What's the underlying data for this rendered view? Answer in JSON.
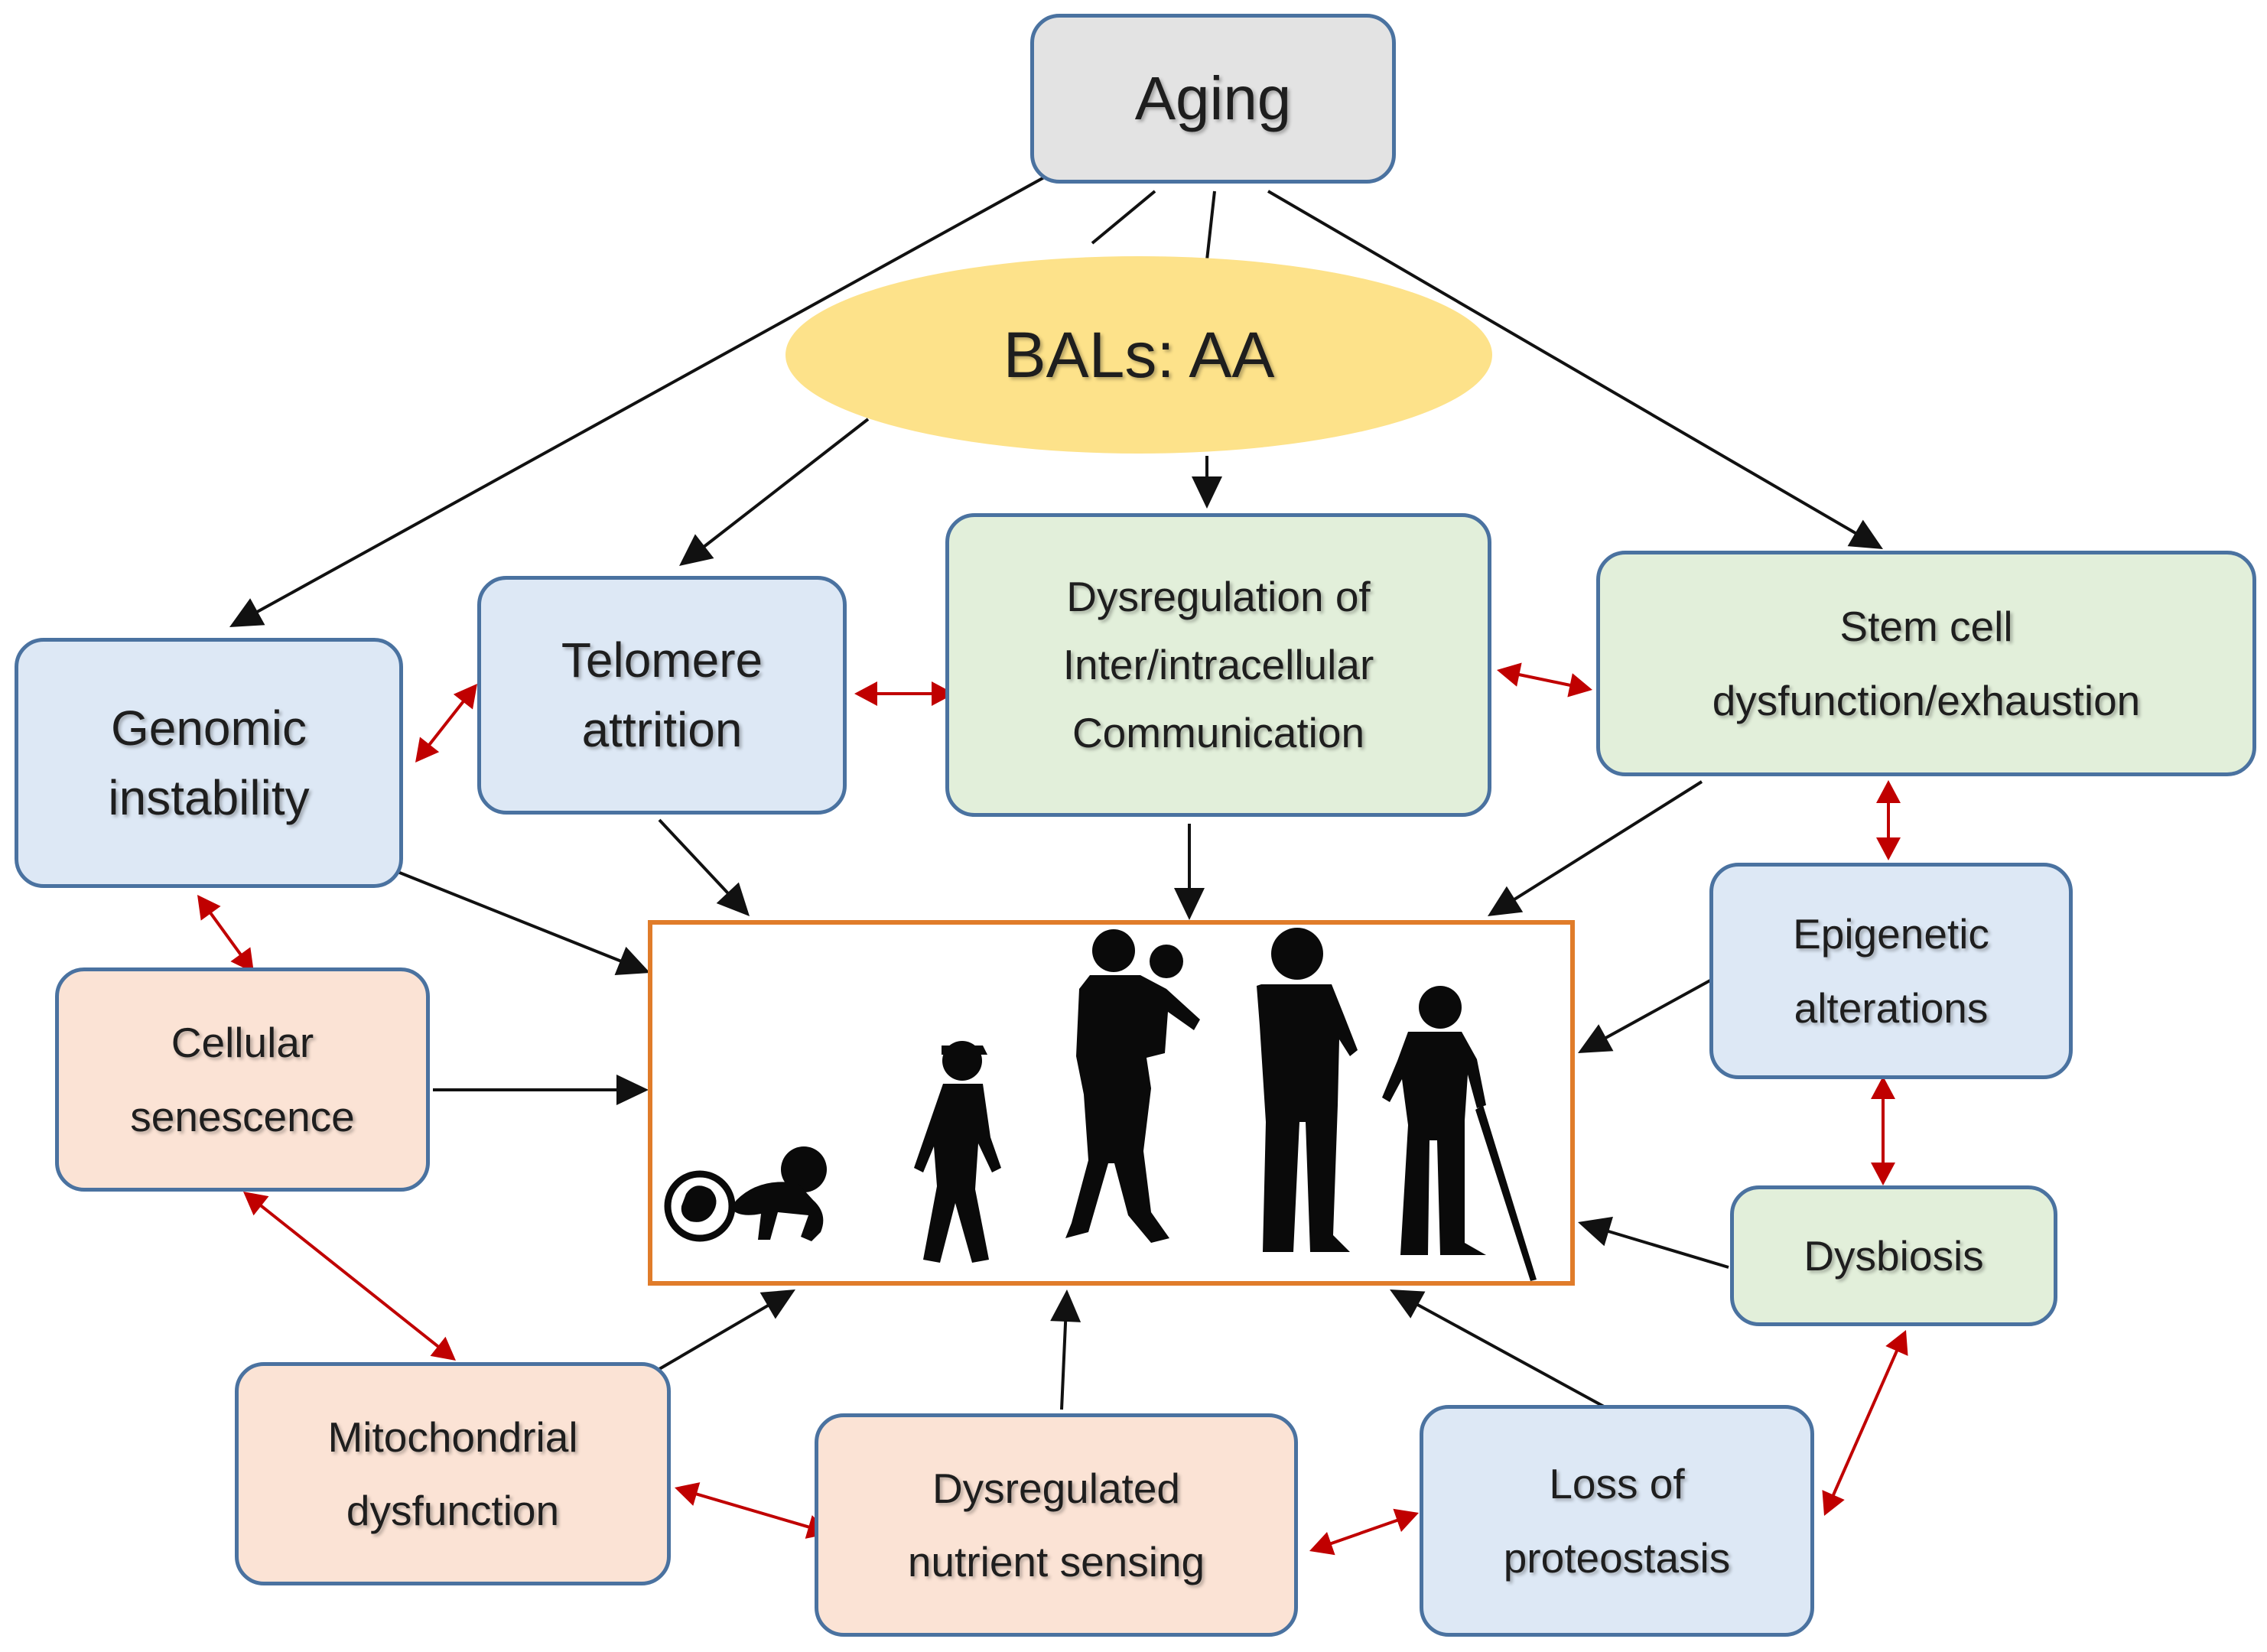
{
  "top_node": "Aging",
  "intermediate": "BALs: AA",
  "nodes": {
    "genomic": {
      "line1": "Genomic",
      "line2": "instability"
    },
    "telomere": {
      "line1": "Telomere",
      "line2": "attrition"
    },
    "dysreg": {
      "line1": "Dysregulation of",
      "line2": "Inter/intracellular",
      "line3": "Communication"
    },
    "stemcell": {
      "line1": "Stem cell",
      "line2": "dysfunction/exhaustion"
    },
    "epigenetic": {
      "line1": "Epigenetic",
      "line2": "alterations"
    },
    "dysbiosis": {
      "line1": "Dysbiosis"
    },
    "senescence": {
      "line1": "Cellular",
      "line2": "senescence"
    },
    "mito": {
      "line1": "Mitochondrial",
      "line2": "dysfunction"
    },
    "nutrient": {
      "line1": "Dysregulated",
      "line2": "nutrient sensing"
    },
    "proteo": {
      "line1": "Loss of",
      "line2": "proteostasis"
    }
  },
  "colors": {
    "node_border": "#4a72a0",
    "blue_fill": "#dde8f5",
    "green_fill": "#e2efda",
    "peach_fill": "#fbe3d5",
    "gray_fill": "#e3e3e3",
    "ellipse_fill": "#fde28a",
    "center_border": "#e07c2a",
    "black_arrow": "#111111",
    "red_arrow": "#c00000"
  },
  "center_image": "human-life-stages-silhouettes-icon"
}
